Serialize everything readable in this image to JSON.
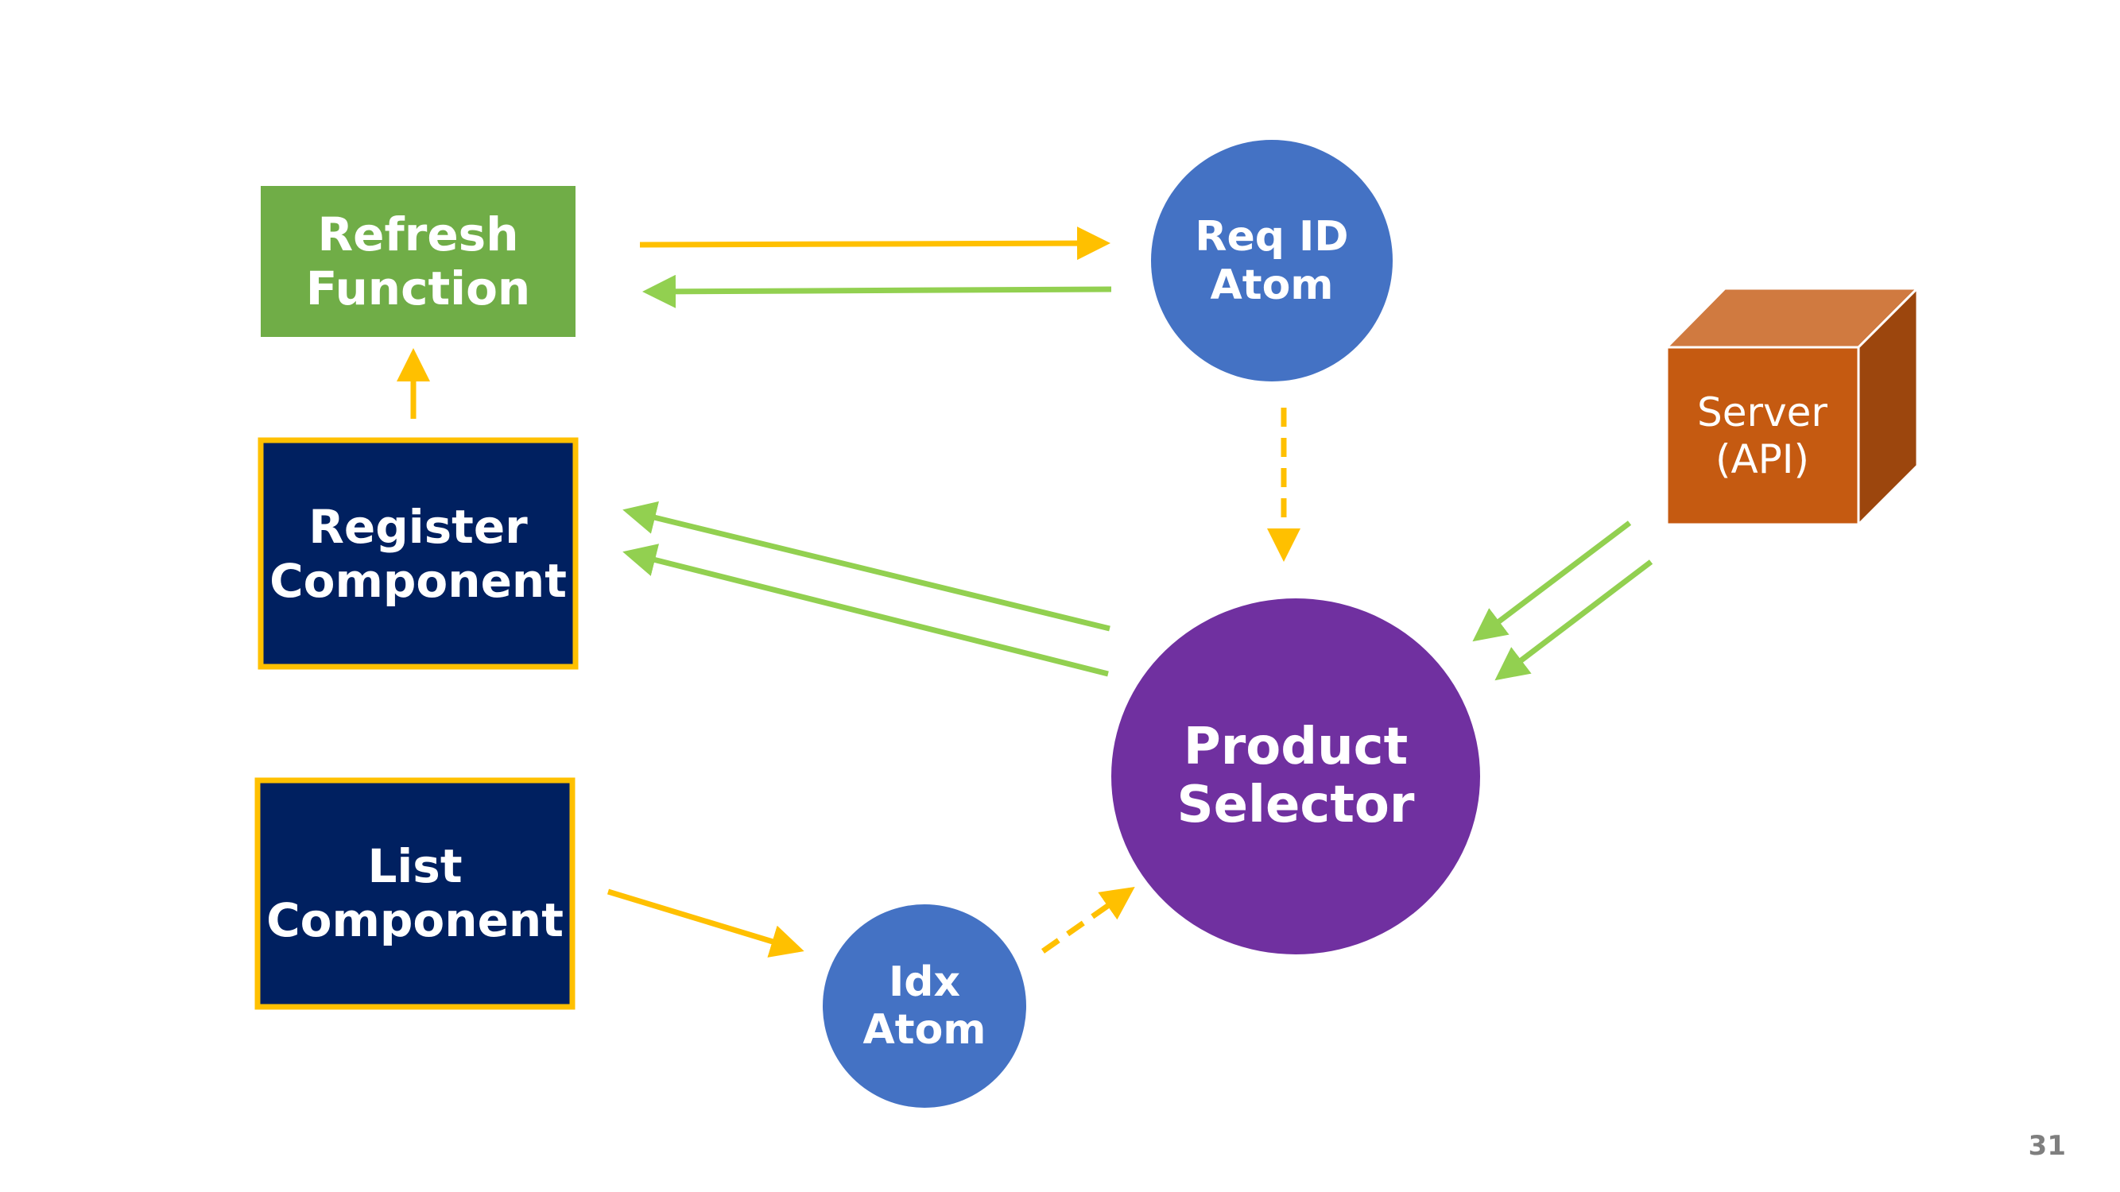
{
  "colors": {
    "green_box": "#70ad47",
    "navy_box": "#002060",
    "gold_border": "#ffc000",
    "blue_circle": "#4472c4",
    "purple_circle": "#7030a0",
    "server_front": "#c55a11",
    "server_top": "#d07a40",
    "server_side": "#9c460d",
    "arrow_yellow": "#ffc000",
    "arrow_green": "#92d050",
    "page_number": "#7f7f7f"
  },
  "nodes": {
    "refresh_function": {
      "line1": "Refresh",
      "line2": "Function"
    },
    "register_component": {
      "line1": "Register",
      "line2": "Component"
    },
    "list_component": {
      "line1": "List",
      "line2": "Component"
    },
    "req_id_atom": {
      "line1": "Req ID",
      "line2": "Atom"
    },
    "idx_atom": {
      "line1": "Idx",
      "line2": "Atom"
    },
    "product_selector": {
      "line1": "Product",
      "line2": "Selector"
    },
    "server": {
      "line1": "Server",
      "line2": "(API)",
      "icon": "cube-icon"
    }
  },
  "page_number": "31"
}
